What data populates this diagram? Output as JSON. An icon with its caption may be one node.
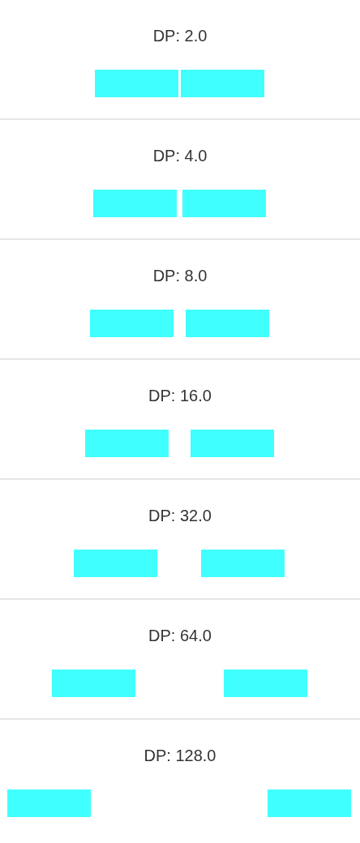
{
  "diagram": {
    "nodes": [
      {
        "text": [
          "DP: 2.0"
        ]
      },
      {
        "text": [],
        "shape": "bar",
        "in": 0
      },
      {
        "text": [],
        "shape": "bar",
        "in": 0
      },
      {
        "text": [
          "DP: 4.0"
        ]
      },
      {
        "text": [],
        "shape": "bar",
        "in": 3
      },
      {
        "text": [],
        "shape": "bar",
        "in": 3
      },
      {
        "text": [
          "DP: 8.0"
        ]
      },
      {
        "text": [],
        "shape": "bar",
        "in": 6
      },
      {
        "text": [],
        "shape": "bar",
        "in": 6
      },
      {
        "text": [
          "DP: 16.0"
        ]
      },
      {
        "text": [],
        "shape": "bar",
        "in": 9
      },
      {
        "text": [],
        "shape": "bar",
        "in": 9
      },
      {
        "text": [
          "DP: 32.0"
        ]
      },
      {
        "text": [],
        "shape": "bar",
        "in": 12
      },
      {
        "text": [],
        "shape": "bar",
        "in": 12
      },
      {
        "text": [
          "DP: 64.0"
        ]
      },
      {
        "text": [],
        "shape": "bar",
        "in": 15
      },
      {
        "text": [],
        "shape": "bar",
        "in": 15
      },
      {
        "text": [
          "DP: 128.0"
        ]
      },
      {
        "text": [],
        "shape": "bar",
        "in": 18
      },
      {
        "text": [],
        "shape": "bar",
        "in": 18
      }
    ]
  }
}
